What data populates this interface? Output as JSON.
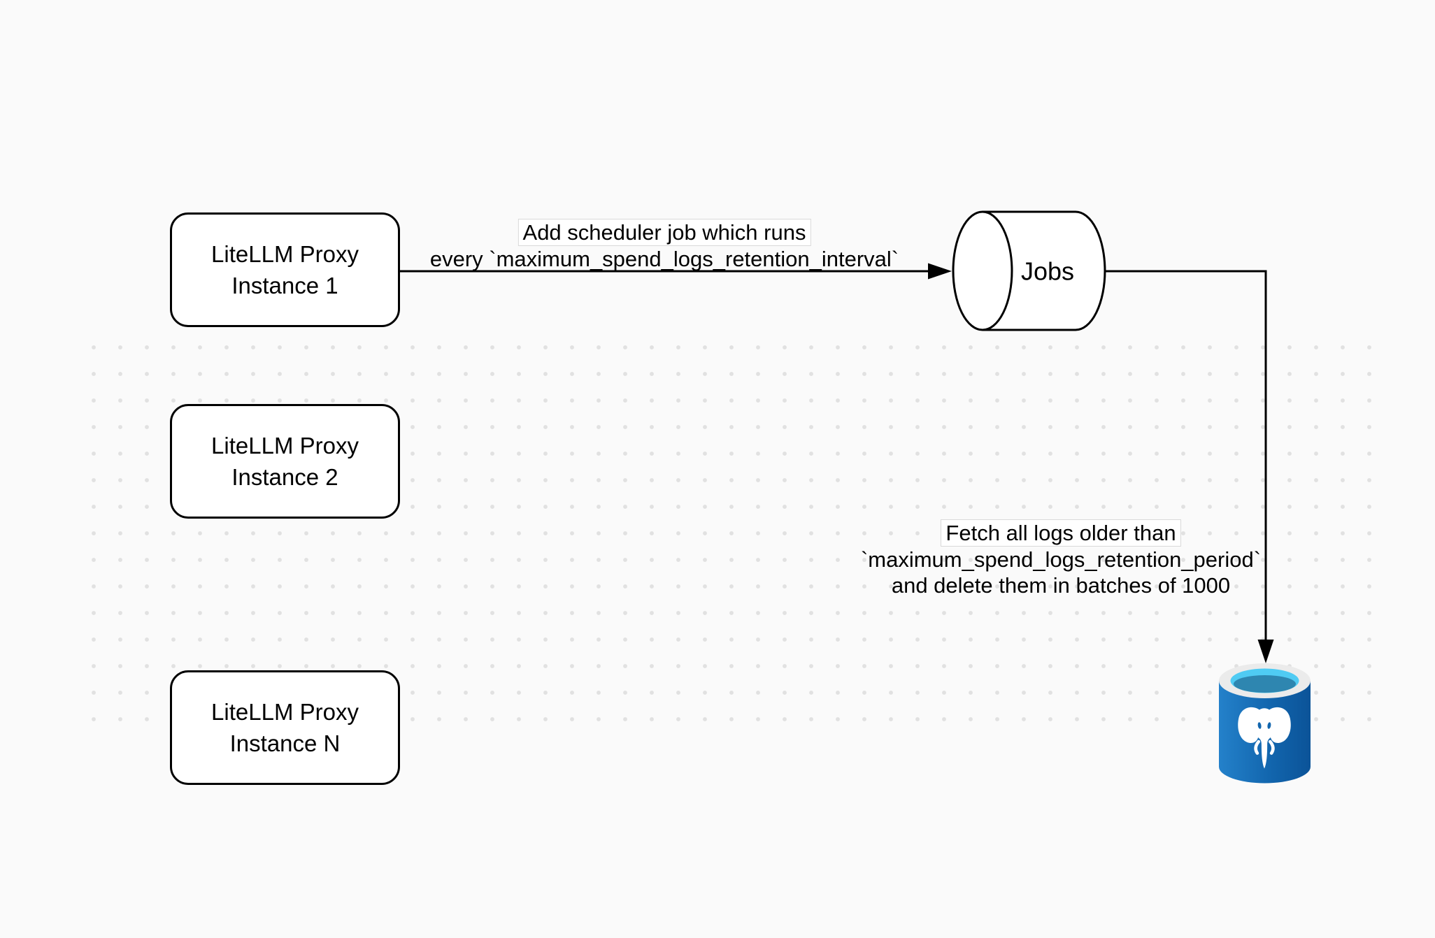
{
  "canvas": {
    "background_color": "#fafafa",
    "dot_color": "#e1e1e1",
    "stroke_color": "#000000"
  },
  "nodes": {
    "instance1": {
      "line1": "LiteLLM Proxy",
      "line2": "Instance 1"
    },
    "instance2": {
      "line1": "LiteLLM Proxy",
      "line2": "Instance 2"
    },
    "instanceN": {
      "line1": "LiteLLM Proxy",
      "line2": "Instance N"
    },
    "jobs": {
      "label": "Jobs"
    },
    "postgres": {
      "icon": "postgresql-database-icon",
      "body_color": "#1266ae",
      "body_color_light": "#2481ca",
      "rim_color": "#ebebeb",
      "opening_color": "#4fcbf3",
      "opening_shadow_color": "#2e86b0",
      "elephant_color": "#ffffff"
    }
  },
  "edges": {
    "add_scheduler": {
      "line1": "Add scheduler job which runs",
      "line2": "every `maximum_spend_logs_retention_interval`"
    },
    "fetch_logs": {
      "line1": "Fetch all logs older than",
      "line2": "`maximum_spend_logs_retention_period`",
      "line3": "and delete them in batches of 1000"
    }
  }
}
